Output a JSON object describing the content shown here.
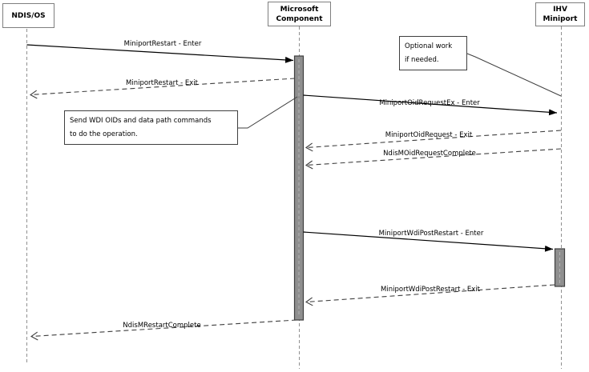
{
  "actors": [
    {
      "label_lines": [
        "NDIS/OS"
      ]
    },
    {
      "label_lines": [
        "Microsoft",
        "Component"
      ]
    },
    {
      "label_lines": [
        "IHV",
        "Miniport"
      ]
    }
  ],
  "messages": [
    {
      "label": "MiniportRestart - Enter",
      "type": "solid",
      "from": "NDIS/OS",
      "to": "Microsoft Component"
    },
    {
      "label": "MiniportRestart - Exit",
      "type": "dashed",
      "from": "Microsoft Component",
      "to": "NDIS/OS"
    },
    {
      "label": "MiniportOidRequestEx - Enter",
      "type": "solid",
      "from": "Microsoft Component",
      "to": "IHV Miniport"
    },
    {
      "label": "MiniportOidRequest - Exit",
      "type": "dashed",
      "from": "IHV Miniport",
      "to": "Microsoft Component"
    },
    {
      "label": "NdisMOidRequestComplete",
      "type": "dashed",
      "from": "IHV Miniport",
      "to": "Microsoft Component"
    },
    {
      "label": "MiniportWdiPostRestart - Enter",
      "type": "solid",
      "from": "Microsoft Component",
      "to": "IHV Miniport"
    },
    {
      "label": "MiniportWdiPostRestart - Exit",
      "type": "dashed",
      "from": "IHV Miniport",
      "to": "Microsoft Component"
    },
    {
      "label": "NdisMRestartComplete",
      "type": "dashed",
      "from": "Microsoft Component",
      "to": "NDIS/OS"
    }
  ],
  "notes": [
    {
      "lines": [
        "Optional work",
        "if needed."
      ]
    },
    {
      "lines": [
        "Send WDI OIDs and data path commands",
        "to do the operation."
      ]
    }
  ],
  "colors": {
    "background": "#ffffff",
    "arrow": "#000000",
    "return_arrow": "#3f3f3f",
    "lifeline": "#909090",
    "header_border": "#7f7f7f",
    "note_border": "#3f3f3f",
    "activation_fill": "#8f8f8f",
    "activation_border": "#3f3f3f"
  }
}
